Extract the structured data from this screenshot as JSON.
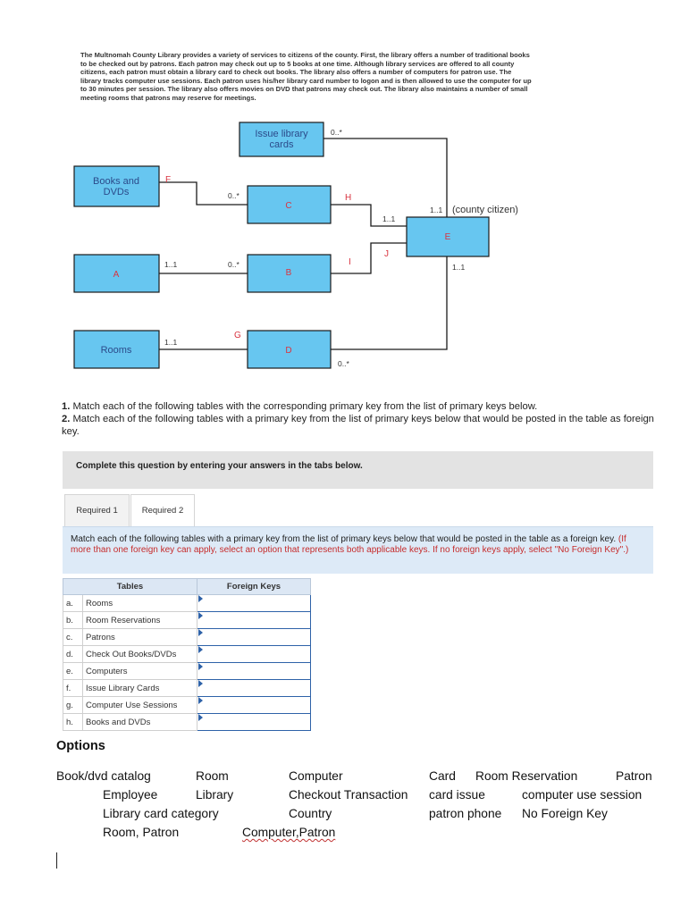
{
  "intro": "The Multnomah County Library provides a variety of services to citizens of the county. First, the library offers a number of traditional books to be checked out by patrons. Each patron may check out up to 5 books at one time. Although library services are offered to all county citizens, each patron must obtain a library card to check out books. The library also offers a number of computers for patron use. The library tracks computer use sessions. Each patron uses his/her library card number to logon and is then allowed to use the computer for up to 30 minutes per session. The library also offers movies on DVD that patrons may check out. The library also maintains a number of small meeting rooms that patrons may reserve for meetings.",
  "diagram": {
    "entities": {
      "issue": "Issue library cards",
      "books": "Books and DVDs",
      "a": "A",
      "rooms": "Rooms",
      "c": "C",
      "b": "B",
      "d": "D",
      "e": "E"
    },
    "labels": {
      "f": "F",
      "g": "G",
      "h": "H",
      "i": "I",
      "j": "J",
      "c_issue": "0..*",
      "c_books_c": "0..*",
      "c_a": "1..1",
      "c_b": "0..*",
      "c_rooms": "1..1",
      "c_d": "0..*",
      "c_h": "1..1",
      "c_e_top": "1..1",
      "c_e_note": "(county citizen)",
      "c_e_bottom": "1..1"
    }
  },
  "instructions": {
    "q1_num": "1.",
    "q1": "Match each of the following tables with the corresponding primary key from the list of primary keys below.",
    "q2_num": "2.",
    "q2": "Match each of the following tables with a primary key from the list of primary keys below that would be posted in the table as foreign key."
  },
  "panel_title": "Complete this question by entering your answers in the tabs below.",
  "tabs": [
    "Required 1",
    "Required 2"
  ],
  "question_text": "Match each of the following tables with a primary key from the list of primary keys below that would be posted in the table as a foreign key.",
  "question_note": "(If more than one foreign key can apply, select an option that represents both applicable keys. If no foreign keys apply, select \"No Foreign Key\".)",
  "table": {
    "headers": [
      "Tables",
      "Foreign Keys"
    ],
    "rows": [
      {
        "idx": "a.",
        "name": "Rooms"
      },
      {
        "idx": "b.",
        "name": "Room Reservations"
      },
      {
        "idx": "c.",
        "name": "Patrons"
      },
      {
        "idx": "d.",
        "name": "Check Out Books/DVDs"
      },
      {
        "idx": "e.",
        "name": "Computers"
      },
      {
        "idx": "f.",
        "name": "Issue Library Cards"
      },
      {
        "idx": "g.",
        "name": "Computer Use Sessions"
      },
      {
        "idx": "h.",
        "name": "Books and DVDs"
      }
    ]
  },
  "options_title": "Options",
  "options": {
    "book_dvd_catalog": "Book/dvd catalog",
    "room": "Room",
    "computer": "Computer",
    "card": "Card",
    "room_reservation": "Room Reservation",
    "patron": "Patron",
    "employee": "Employee",
    "library": "Library",
    "checkout_transaction": "Checkout Transaction",
    "card_issue": "card issue",
    "computer_use_session": "computer use session",
    "library_card_category": "Library card category",
    "country": "Country",
    "patron_phone": "patron phone",
    "no_foreign_key": "No Foreign Key",
    "room_patron": "Room, Patron",
    "computer_patron": "Computer,Patron"
  }
}
